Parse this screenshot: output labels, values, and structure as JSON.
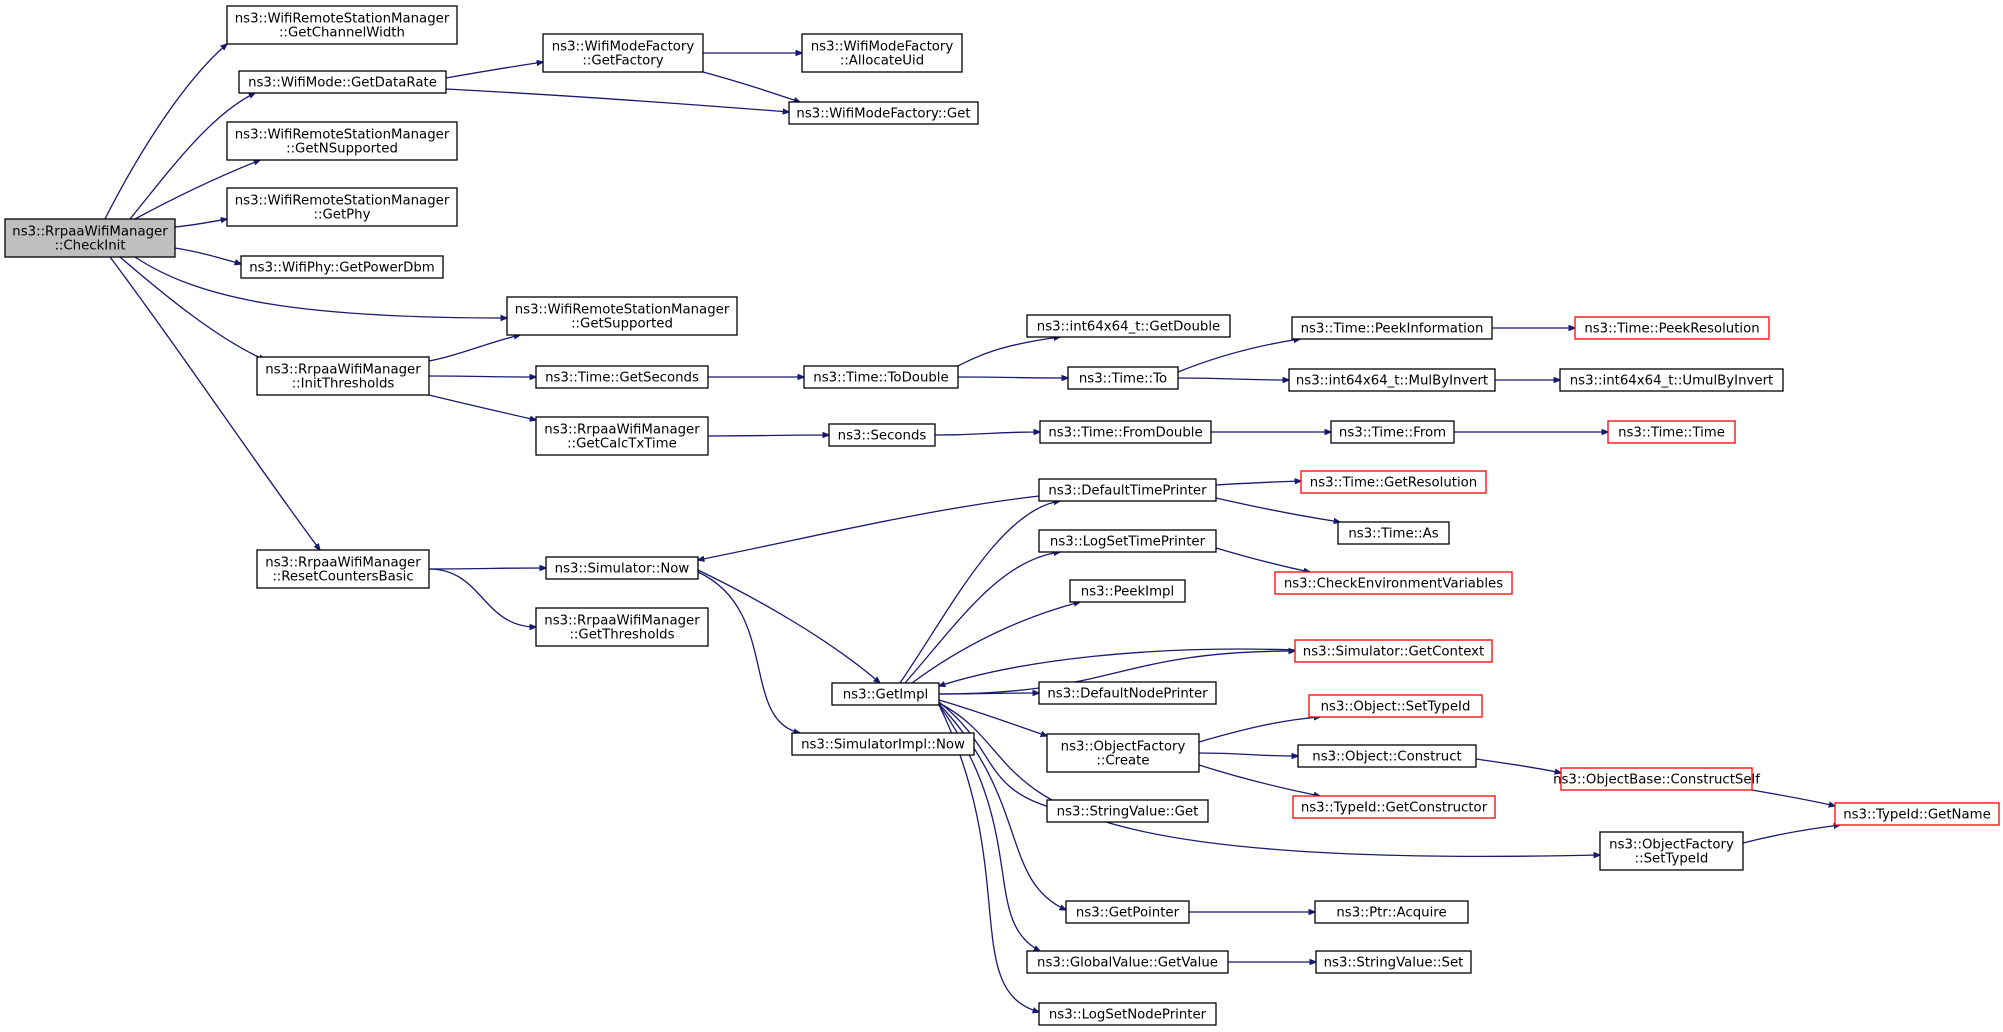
{
  "diagram": {
    "colors": {
      "edge": "#191970",
      "root_fill": "#bfbfbf",
      "truncated_border": "#ff0000",
      "node_border": "#000000"
    },
    "nodes": [
      {
        "id": "checkinit",
        "lines": [
          "ns3::RrpaaWifiManager",
          "::CheckInit"
        ],
        "style": "root"
      },
      {
        "id": "getchannelwidth",
        "lines": [
          "ns3::WifiRemoteStationManager",
          "::GetChannelWidth"
        ],
        "style": "normal"
      },
      {
        "id": "getdatarate",
        "lines": [
          "ns3::WifiMode::GetDataRate"
        ],
        "style": "normal"
      },
      {
        "id": "getfactory",
        "lines": [
          "ns3::WifiModeFactory",
          "::GetFactory"
        ],
        "style": "normal"
      },
      {
        "id": "allocateuid",
        "lines": [
          "ns3::WifiModeFactory",
          "::AllocateUid"
        ],
        "style": "normal"
      },
      {
        "id": "wmfget",
        "lines": [
          "ns3::WifiModeFactory::Get"
        ],
        "style": "normal"
      },
      {
        "id": "getnsupported",
        "lines": [
          "ns3::WifiRemoteStationManager",
          "::GetNSupported"
        ],
        "style": "normal"
      },
      {
        "id": "getphy",
        "lines": [
          "ns3::WifiRemoteStationManager",
          "::GetPhy"
        ],
        "style": "normal"
      },
      {
        "id": "getpowerdbm",
        "lines": [
          "ns3::WifiPhy::GetPowerDbm"
        ],
        "style": "normal"
      },
      {
        "id": "getsupported",
        "lines": [
          "ns3::WifiRemoteStationManager",
          "::GetSupported"
        ],
        "style": "normal"
      },
      {
        "id": "initthresholds",
        "lines": [
          "ns3::RrpaaWifiManager",
          "::InitThresholds"
        ],
        "style": "normal"
      },
      {
        "id": "getseconds",
        "lines": [
          "ns3::Time::GetSeconds"
        ],
        "style": "normal"
      },
      {
        "id": "todouble",
        "lines": [
          "ns3::Time::ToDouble"
        ],
        "style": "normal"
      },
      {
        "id": "getdouble",
        "lines": [
          "ns3::int64x64_t::GetDouble"
        ],
        "style": "normal"
      },
      {
        "id": "timeto",
        "lines": [
          "ns3::Time::To"
        ],
        "style": "normal"
      },
      {
        "id": "peekinformation",
        "lines": [
          "ns3::Time::PeekInformation"
        ],
        "style": "normal"
      },
      {
        "id": "peekresolution",
        "lines": [
          "ns3::Time::PeekResolution"
        ],
        "style": "truncated"
      },
      {
        "id": "mulbyinvert",
        "lines": [
          "ns3::int64x64_t::MulByInvert"
        ],
        "style": "normal"
      },
      {
        "id": "umulbyinvert",
        "lines": [
          "ns3::int64x64_t::UmulByInvert"
        ],
        "style": "normal"
      },
      {
        "id": "getcalctxtime",
        "lines": [
          "ns3::RrpaaWifiManager",
          "::GetCalcTxTime"
        ],
        "style": "normal"
      },
      {
        "id": "seconds",
        "lines": [
          "ns3::Seconds"
        ],
        "style": "normal"
      },
      {
        "id": "fromdouble",
        "lines": [
          "ns3::Time::FromDouble"
        ],
        "style": "normal"
      },
      {
        "id": "timefrom",
        "lines": [
          "ns3::Time::From"
        ],
        "style": "normal"
      },
      {
        "id": "timetime",
        "lines": [
          "ns3::Time::Time"
        ],
        "style": "truncated"
      },
      {
        "id": "resetcountersbasic",
        "lines": [
          "ns3::RrpaaWifiManager",
          "::ResetCountersBasic"
        ],
        "style": "normal"
      },
      {
        "id": "simnow",
        "lines": [
          "ns3::Simulator::Now"
        ],
        "style": "normal"
      },
      {
        "id": "getthresholds",
        "lines": [
          "ns3::RrpaaWifiManager",
          "::GetThresholds"
        ],
        "style": "normal"
      },
      {
        "id": "defaulttimeprinter",
        "lines": [
          "ns3::DefaultTimePrinter"
        ],
        "style": "normal"
      },
      {
        "id": "getresolution",
        "lines": [
          "ns3::Time::GetResolution"
        ],
        "style": "truncated"
      },
      {
        "id": "timeas",
        "lines": [
          "ns3::Time::As"
        ],
        "style": "normal"
      },
      {
        "id": "logsettimeprinter",
        "lines": [
          "ns3::LogSetTimePrinter"
        ],
        "style": "normal"
      },
      {
        "id": "checkenv",
        "lines": [
          "ns3::CheckEnvironmentVariables"
        ],
        "style": "truncated"
      },
      {
        "id": "peekimpl",
        "lines": [
          "ns3::PeekImpl"
        ],
        "style": "normal"
      },
      {
        "id": "getcontext",
        "lines": [
          "ns3::Simulator::GetContext"
        ],
        "style": "truncated"
      },
      {
        "id": "getimpl",
        "lines": [
          "ns3::GetImpl"
        ],
        "style": "normal"
      },
      {
        "id": "defaultnodeprinter",
        "lines": [
          "ns3::DefaultNodePrinter"
        ],
        "style": "normal"
      },
      {
        "id": "simimplnow",
        "lines": [
          "ns3::SimulatorImpl::Now"
        ],
        "style": "normal"
      },
      {
        "id": "objfactorycreate",
        "lines": [
          "ns3::ObjectFactory",
          "::Create"
        ],
        "style": "normal"
      },
      {
        "id": "settypeid",
        "lines": [
          "ns3::Object::SetTypeId"
        ],
        "style": "truncated"
      },
      {
        "id": "objconstruct",
        "lines": [
          "ns3::Object::Construct"
        ],
        "style": "normal"
      },
      {
        "id": "constructself",
        "lines": [
          "ns3::ObjectBase::ConstructSelf"
        ],
        "style": "truncated"
      },
      {
        "id": "getconstructor",
        "lines": [
          "ns3::TypeId::GetConstructor"
        ],
        "style": "truncated"
      },
      {
        "id": "typeidgetname",
        "lines": [
          "ns3::TypeId::GetName"
        ],
        "style": "truncated"
      },
      {
        "id": "stringvalueget",
        "lines": [
          "ns3::StringValue::Get"
        ],
        "style": "normal"
      },
      {
        "id": "objfactorysettypeid",
        "lines": [
          "ns3::ObjectFactory",
          "::SetTypeId"
        ],
        "style": "normal"
      },
      {
        "id": "getpointer",
        "lines": [
          "ns3::GetPointer"
        ],
        "style": "normal"
      },
      {
        "id": "ptracquire",
        "lines": [
          "ns3::Ptr::Acquire"
        ],
        "style": "normal"
      },
      {
        "id": "globalvaluegetvalue",
        "lines": [
          "ns3::GlobalValue::GetValue"
        ],
        "style": "normal"
      },
      {
        "id": "stringvalueset",
        "lines": [
          "ns3::StringValue::Set"
        ],
        "style": "normal"
      },
      {
        "id": "logsetnodeprinter",
        "lines": [
          "ns3::LogSetNodePrinter"
        ],
        "style": "normal"
      }
    ],
    "edges": [
      [
        "checkinit",
        "getchannelwidth"
      ],
      [
        "checkinit",
        "getdatarate"
      ],
      [
        "checkinit",
        "getnsupported"
      ],
      [
        "checkinit",
        "getphy"
      ],
      [
        "checkinit",
        "getpowerdbm"
      ],
      [
        "checkinit",
        "getsupported"
      ],
      [
        "checkinit",
        "initthresholds"
      ],
      [
        "checkinit",
        "resetcountersbasic"
      ],
      [
        "getdatarate",
        "getfactory"
      ],
      [
        "getdatarate",
        "wmfget"
      ],
      [
        "getfactory",
        "allocateuid"
      ],
      [
        "getfactory",
        "wmfget"
      ],
      [
        "initthresholds",
        "getsupported"
      ],
      [
        "initthresholds",
        "getseconds"
      ],
      [
        "initthresholds",
        "getcalctxtime"
      ],
      [
        "getseconds",
        "todouble"
      ],
      [
        "todouble",
        "getdouble"
      ],
      [
        "todouble",
        "timeto"
      ],
      [
        "timeto",
        "peekinformation"
      ],
      [
        "timeto",
        "mulbyinvert"
      ],
      [
        "peekinformation",
        "peekresolution"
      ],
      [
        "mulbyinvert",
        "umulbyinvert"
      ],
      [
        "getcalctxtime",
        "seconds"
      ],
      [
        "seconds",
        "fromdouble"
      ],
      [
        "fromdouble",
        "timefrom"
      ],
      [
        "timefrom",
        "timetime"
      ],
      [
        "resetcountersbasic",
        "simnow"
      ],
      [
        "resetcountersbasic",
        "getthresholds"
      ],
      [
        "simnow",
        "getimpl"
      ],
      [
        "simnow",
        "simimplnow"
      ],
      [
        "defaulttimeprinter",
        "simnow"
      ],
      [
        "defaulttimeprinter",
        "getresolution"
      ],
      [
        "defaulttimeprinter",
        "timeas"
      ],
      [
        "logsettimeprinter",
        "checkenv"
      ],
      [
        "getcontext",
        "getimpl"
      ],
      [
        "getimpl",
        "defaulttimeprinter"
      ],
      [
        "getimpl",
        "logsettimeprinter"
      ],
      [
        "getimpl",
        "peekimpl"
      ],
      [
        "getimpl",
        "getcontext"
      ],
      [
        "getimpl",
        "defaultnodeprinter"
      ],
      [
        "getimpl",
        "objfactorycreate"
      ],
      [
        "getimpl",
        "stringvalueget"
      ],
      [
        "getimpl",
        "objfactorysettypeid"
      ],
      [
        "getimpl",
        "getpointer"
      ],
      [
        "getimpl",
        "globalvaluegetvalue"
      ],
      [
        "getimpl",
        "logsetnodeprinter"
      ],
      [
        "objfactorycreate",
        "settypeid"
      ],
      [
        "objfactorycreate",
        "objconstruct"
      ],
      [
        "objfactorycreate",
        "getconstructor"
      ],
      [
        "objconstruct",
        "constructself"
      ],
      [
        "constructself",
        "typeidgetname"
      ],
      [
        "objfactorysettypeid",
        "typeidgetname"
      ],
      [
        "getpointer",
        "ptracquire"
      ],
      [
        "globalvaluegetvalue",
        "stringvalueset"
      ]
    ]
  }
}
